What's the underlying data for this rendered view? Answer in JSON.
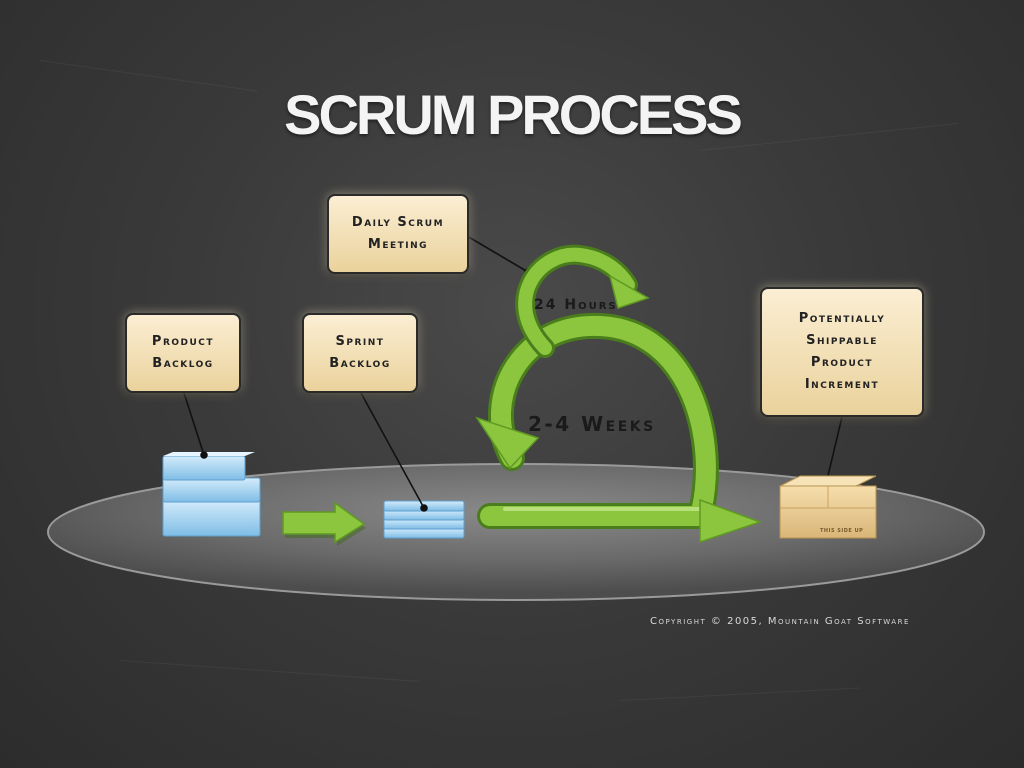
{
  "title": "SCRUM PROCESS",
  "callouts": {
    "daily_scrum": [
      "Daily Scrum",
      "Meeting"
    ],
    "product_backlog": [
      "Product",
      "Backlog"
    ],
    "sprint_backlog": [
      "Sprint",
      "Backlog"
    ],
    "increment": [
      "Potentially",
      "Shippable",
      "Product",
      "Increment"
    ]
  },
  "cycle_labels": {
    "daily": "24 Hours",
    "sprint": "2-4 Weeks"
  },
  "box_label": "THIS SIDE UP",
  "copyright": "Copyright © 2005, Mountain Goat Software",
  "colors": {
    "background": "#3a3a3a",
    "arrow_green": "#8cc63f",
    "callout_fill": "#f3e2b8",
    "backlog_blue": "#a8d4f0"
  },
  "icons": [
    "product-backlog-stack-icon",
    "sprint-backlog-stack-icon",
    "cardboard-box-icon",
    "green-arrow-icon"
  ]
}
